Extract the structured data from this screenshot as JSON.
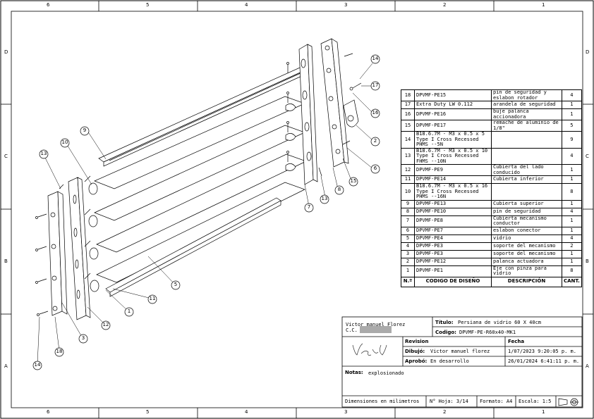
{
  "zones": {
    "columns": [
      "6",
      "5",
      "4",
      "3",
      "2",
      "1"
    ],
    "rows": [
      "D",
      "C",
      "B",
      "A"
    ]
  },
  "bom": {
    "headers": {
      "n": "N.º",
      "code": "CODIGO DE DISEÑO",
      "desc": "DESCRIPCIÓN",
      "qty": "CANT."
    },
    "rows": [
      {
        "n": "18",
        "code": "DPVMF-PE15",
        "desc": "pin de seguridad y eslabon rotador",
        "qty": "4"
      },
      {
        "n": "17",
        "code": "Extra Duty LW 0.112",
        "desc": "arandela de seguridad",
        "qty": "1"
      },
      {
        "n": "16",
        "code": "DPVMF-PE16",
        "desc": "buje palanca accionadora",
        "qty": "1"
      },
      {
        "n": "15",
        "code": "DPVMF-PE17",
        "desc": "remache de aluminio de 1/8\"",
        "qty": "5"
      },
      {
        "n": "14",
        "code": "B18.6.7M - M3 x 0.5 x 5 Type I Cross Recessed PHMS --5N",
        "desc": "",
        "qty": "9"
      },
      {
        "n": "13",
        "code": "B18.6.7M - M3 x 0.5 x 10 Type I Cross Recessed FHMS --10N",
        "desc": "",
        "qty": "4"
      },
      {
        "n": "12",
        "code": "DPVMF-PE9",
        "desc": "Cubierta del lado conducido",
        "qty": "1"
      },
      {
        "n": "11",
        "code": "DPVMF-PE14",
        "desc": "Cubierta inferior",
        "qty": "1"
      },
      {
        "n": "10",
        "code": "B18.6.7M - M3 x 0.5 x 16 Type I Cross Recessed PHMS --16N",
        "desc": "",
        "qty": "8"
      },
      {
        "n": "9",
        "code": "DPVMF-PE13",
        "desc": "Cubierta superior",
        "qty": "1"
      },
      {
        "n": "8",
        "code": "DPVMF-PE10",
        "desc": "pin de seguridad",
        "qty": "4"
      },
      {
        "n": "7",
        "code": "DPVMF-PE8",
        "desc": "Cubierta mecanismo conductor",
        "qty": "1"
      },
      {
        "n": "6",
        "code": "DPVMF-PE7",
        "desc": "eslabon conector",
        "qty": "1"
      },
      {
        "n": "5",
        "code": "DPVMF-PE4",
        "desc": "vidrio",
        "qty": "4"
      },
      {
        "n": "4",
        "code": "DPVMF-PE3",
        "desc": "soporte del mecanismo",
        "qty": "2"
      },
      {
        "n": "3",
        "code": "DPVMF-PE3",
        "desc": "soporte del mecanismo",
        "qty": "1"
      },
      {
        "n": "2",
        "code": "DPVMF-PE12",
        "desc": "palanca actuadora",
        "qty": "1"
      },
      {
        "n": "1",
        "code": "DPVMF-PE1",
        "desc": "Eje con pinza para vidrio",
        "qty": "8"
      }
    ]
  },
  "title_block": {
    "author_name": "Victor manuel Florez",
    "cc_label": "C.C.",
    "titulo_label": "Título:",
    "titulo_value": "Persiana de vidrio 60 X 40cm",
    "codigo_label": "Codigo:",
    "codigo_value": "DPVMF-PE-R60x40-MK1",
    "revision_label": "Revision",
    "fecha_label": "Fecha",
    "dibujo_label": "Dibujó:",
    "dibujo_value": "Victor manuel florez",
    "dibujo_date": "1/07/2023 9:20:05 p. m.",
    "aprobo_label": "Aprobó:",
    "aprobo_value": "En desarrollo",
    "aprobo_date": "26/01/2024 6:41:11 p. m.",
    "notas_label": "Notas:",
    "notas_value": "explosionado",
    "dimensiones": "Dimensiones en milimetros",
    "hoja": "N° Hoja: 3/14",
    "formato": "Formato: A4",
    "escala": "Escala: 1:5",
    "signature": "Victor M"
  },
  "balloons": [
    "14",
    "17",
    "16",
    "2",
    "6",
    "15",
    "8",
    "13",
    "7",
    "9",
    "10",
    "13",
    "5",
    "12",
    "1",
    "11",
    "3",
    "18",
    "14"
  ]
}
